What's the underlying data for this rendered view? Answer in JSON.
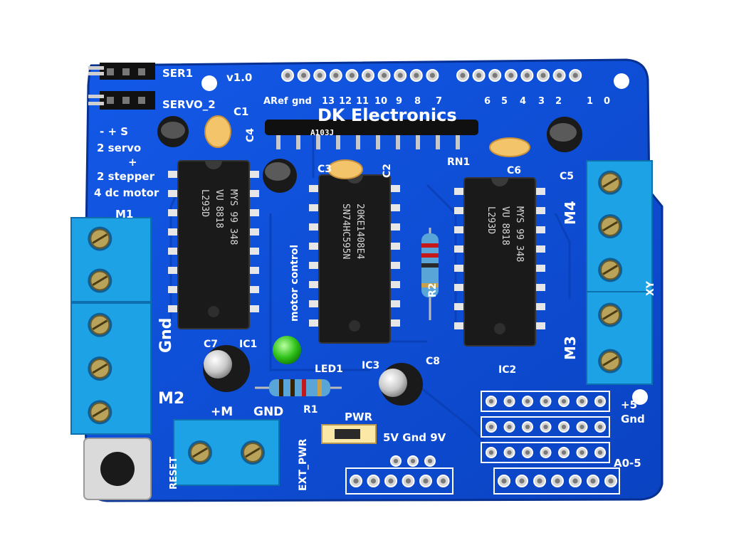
{
  "board": {
    "colors": {
      "pcb": "#0b4fd6",
      "pcb_dark": "#083aa6",
      "terminal": "#1ea2e6",
      "chip": "#1a1a1a",
      "header": "#111111",
      "silkscreen": "#ffffff",
      "background": "#ffffff"
    },
    "brand": "DK Electronics",
    "version": "v1.0",
    "servo_labels": [
      "SER1",
      "SERVO_2"
    ],
    "features": [
      "- + S",
      "2 servo",
      "+",
      "2 stepper",
      "4 dc motor"
    ],
    "pin_header_top": [
      "ARef",
      "gnd",
      "13",
      "12",
      "11",
      "10",
      "9",
      "8",
      "7",
      "6",
      "5",
      "4",
      "3",
      "2",
      "1",
      "0"
    ],
    "motor_terminals": [
      "M1",
      "M2",
      "M3",
      "M4"
    ],
    "ext_power": {
      "plus": "+M",
      "gnd": "GND",
      "ext": "EXT_PWR"
    },
    "gnd_side": "Gnd",
    "reset": "RESET",
    "jumper": {
      "label": "PWR",
      "options": "5V Gnd 9V"
    },
    "right_labels": {
      "p5": "+5",
      "gnd": "Gnd",
      "analog": "A0-5"
    },
    "chips": [
      {
        "ref": "IC1",
        "markings": [
          "L293D",
          "VU 8818",
          "MYS 99 348"
        ]
      },
      {
        "ref": "IC3",
        "markings": [
          "SN74HC595N",
          "20KE1408E4"
        ]
      },
      {
        "ref": "IC2",
        "markings": [
          "L293D",
          "VU 8818",
          "MYS 99 348"
        ]
      }
    ],
    "motor_control": "motor control",
    "components": {
      "capacitors": [
        "C1",
        "C2",
        "C3",
        "C4",
        "C5",
        "C6",
        "C7",
        "C8"
      ],
      "resistors": [
        "R1",
        "R2"
      ],
      "network": "RN1",
      "network_marking": "A103J",
      "led": "LED1",
      "xy": "XY"
    }
  }
}
